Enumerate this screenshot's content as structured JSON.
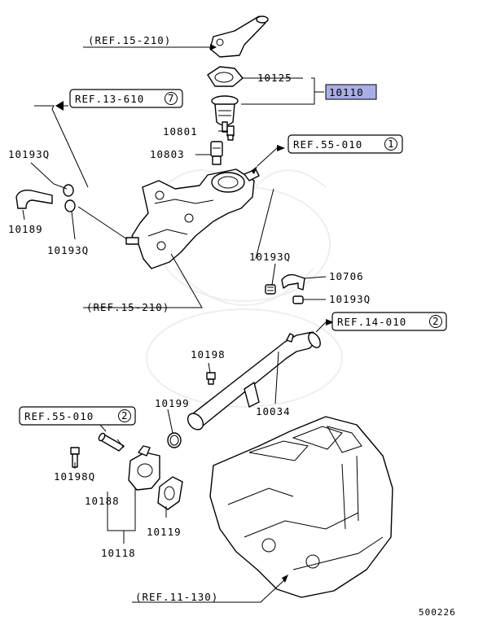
{
  "diagram_id": "500226",
  "highlight_color": "#a9aee6",
  "refs": {
    "ref_15_210_top": "(REF.15-210)",
    "ref_13_610": "REF.13-610",
    "ref_13_610_num": "7",
    "ref_55_010_top": "REF.55-010",
    "ref_55_010_top_num": "1",
    "ref_15_210_mid": "(REF.15-210)",
    "ref_14_010": "REF.14-010",
    "ref_14_010_num": "2",
    "ref_55_010_bot": "REF.55-010",
    "ref_55_010_bot_num": "2",
    "ref_11_130": "(REF.11-130)"
  },
  "parts": {
    "p10125": "10125",
    "p10110": "10110",
    "p10801": "10801",
    "p10803": "10803",
    "p10193q_a": "10193Q",
    "p10189": "10189",
    "p10193q_b": "10193Q",
    "p10193q_c": "10193Q",
    "p10706": "10706",
    "p10193q_d": "10193Q",
    "p10198": "10198",
    "p10199": "10199",
    "p10034": "10034",
    "p10198q": "10198Q",
    "p10188": "10188",
    "p10119": "10119",
    "p10118": "10118"
  }
}
